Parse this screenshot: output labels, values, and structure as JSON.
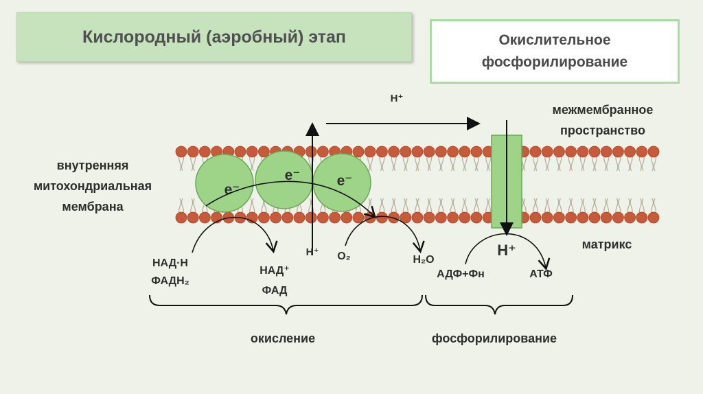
{
  "title": "Кислородный (аэробный) этап",
  "subtitle": {
    "line1": "Окислительное",
    "line2": "фосфорилирование"
  },
  "labels": {
    "inner_membrane": [
      "внутренняя",
      "митохондриальная",
      "мембрана"
    ],
    "intermembrane_space": [
      "межмембранное",
      "пространство"
    ],
    "matrix": "матрикс",
    "electron": "e⁻",
    "proton_top": "H⁺",
    "proton_bottom": "H⁺",
    "proton_atp": "H⁺",
    "nadh": "НАД·Н",
    "fadh2": "ФАДН₂",
    "nad": "НАД⁺",
    "fad": "ФАД",
    "o2": "O₂",
    "h2o": "H₂O",
    "adp": "АДФ+Фн",
    "atp": "АТФ",
    "oxidation": "окисление",
    "phosphorylation": "фосфорилирование"
  },
  "colors": {
    "lipid_head": "#c85a3a",
    "lipid_tail": "#b8b0a0",
    "protein_fill": "#9ed488",
    "protein_stroke": "#6aa855",
    "title_bg": "#c6e3bd",
    "sub_border": "#a8dca0"
  }
}
